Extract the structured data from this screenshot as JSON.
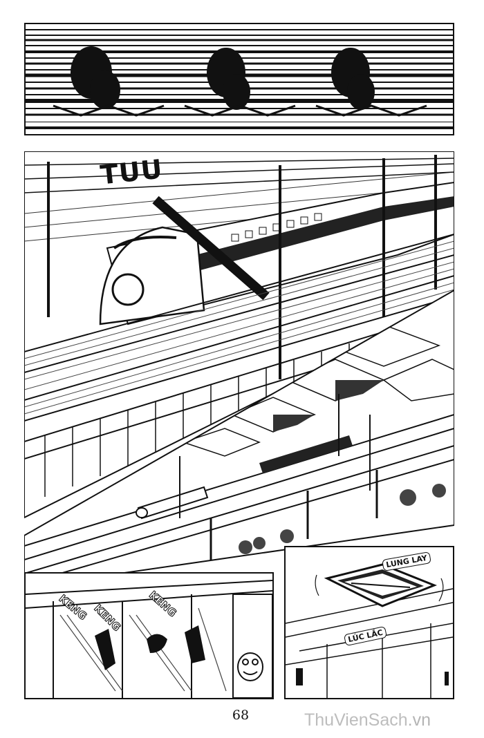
{
  "page": {
    "panels": [
      {
        "id": "panel-1",
        "name": "motion-blur-panel"
      },
      {
        "id": "panel-2",
        "name": "bullet-train-closeup-panel"
      },
      {
        "id": "panel-3",
        "name": "city-overview-panel"
      },
      {
        "id": "panel-4",
        "name": "railway-crossing-panel"
      },
      {
        "id": "panel-5",
        "name": "ceiling-lamp-panel"
      }
    ],
    "sfx": {
      "horn": "TUU",
      "keng_1": "KENG",
      "keng_2": "KENG",
      "keng_3": "KENG",
      "lung_lay": "LUNG LAY",
      "luc_lac": "LÚC LẮC"
    },
    "page_number": "68",
    "watermark": {
      "part1": "ThuVienSach",
      "part2": ".vn"
    }
  }
}
